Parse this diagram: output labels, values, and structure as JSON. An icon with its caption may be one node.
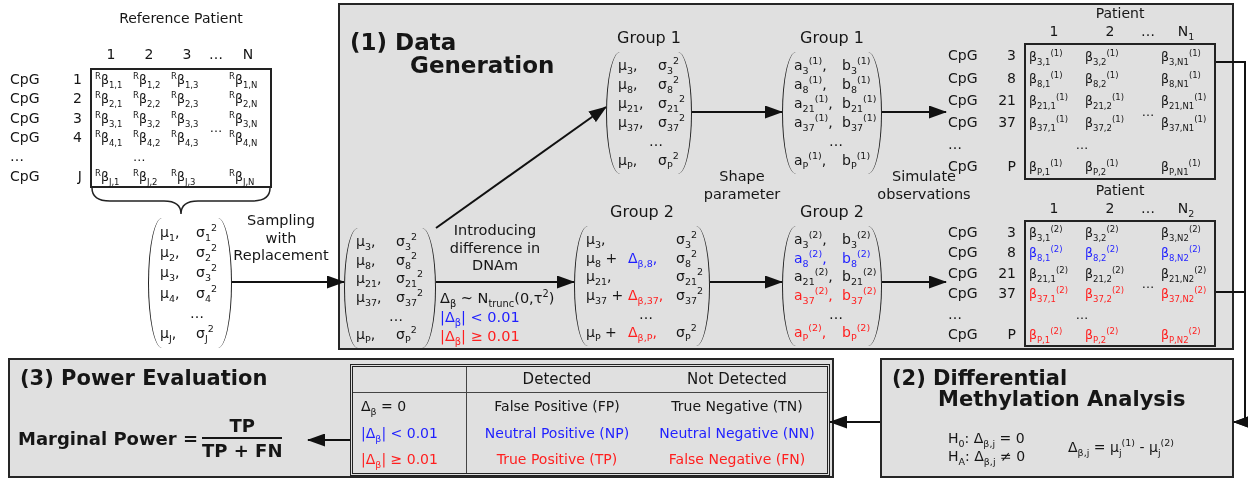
{
  "diagram": {
    "nodes": [
      {
        "text": [
          "Reference Patient",
          "1",
          "2",
          "3",
          "…",
          "N",
          "CpG 1",
          "$^{R}$β$_{1,1}$",
          "$^{R}$β$_{1,2}$",
          "$^{R}$β$_{1,3}$",
          "$^{R}$β$_{1,N}$",
          "CpG 2",
          "$^{R}$β$_{2,1}$",
          "$^{R}$β$_{2,2}$",
          "$^{R}$β$_{2,3}$",
          "$^{R}$β$_{2,N}$",
          "CpG 3",
          "$^{R}$β$_{3,1}$",
          "$^{R}$β$_{3,2}$",
          "$^{R}$β$_{3,3}$",
          "…",
          "$^{R}$β$_{3,N}$",
          "CpG 4",
          "$^{R}$β$_{4,1}$",
          "$^{R}$β$_{4,2}$",
          "$^{R}$β$_{4,3}$",
          "$^{R}$β$_{4,N}$",
          "…",
          "…",
          "CpG J",
          "$^{R}$β$_{J,1}$",
          "$^{R}$β$_{J,2}$",
          "$^{R}$β$_{J,3}$",
          "$^{R}$β$_{J,N}$"
        ]
      },
      {
        "text": [
          "μ$_{1}$,",
          "σ$_{1}$$^{2}$",
          "μ$_{2}$,",
          "σ$_{2}$$^{2}$",
          "μ$_{3}$,",
          "σ$_{3}$$^{2}$",
          "μ$_{4}$,",
          "σ$_{4}$$^{2}$",
          "…",
          "μ$_{J}$,",
          "σ$_{J}$$^{2}$"
        ]
      },
      {
        "text": [
          "(1) Data Generation"
        ]
      },
      {
        "text": [
          "μ$_{3}$,",
          "σ$_{3}$$^{2}$",
          "μ$_{8}$,",
          "σ$_{8}$$^{2}$",
          "μ$_{21}$,",
          "σ$_{21}$$^{2}$",
          "μ$_{37}$,",
          "σ$_{37}$$^{2}$",
          "…",
          "μ$_{P}$,",
          "σ$_{P}$$^{2}$"
        ],
        "in": 2
      },
      {
        "text": [
          "Group 1",
          "μ$_{3}$,",
          "σ$_{3}$$^{2}$",
          "μ$_{8}$,",
          "σ$_{8}$$^{2}$",
          "μ$_{21}$,",
          "σ$_{21}$$^{2}$",
          "μ$_{37}$,",
          "σ$_{37}$$^{2}$",
          "…",
          "μ$_{P}$,",
          "σ$_{P}$$^{2}$"
        ],
        "in": 2
      },
      {
        "text": [
          "Group 2",
          "μ$_{3}$,",
          "σ$_{3}$$^{2}$",
          "μ$_{8}$ +",
          "Δ$_{β,8}$,",
          "σ$_{8}$$^{2}$",
          "μ$_{21}$,",
          "σ$_{21}$$^{2}$",
          "μ$_{37}$ +",
          "Δ$_{β,37}$,",
          "σ$_{37}$$^{2}$",
          "…",
          "μ$_{P}$ +",
          "Δ$_{β,P}$,",
          "σ$_{P}$$^{2}$"
        ],
        "in": 2
      },
      {
        "text": [
          "Group 1",
          "a$_{3}$$^{(1)}$,",
          "b$_{3}$$^{(1)}$",
          "a$_{8}$$^{(1)}$,",
          "b$_{8}$$^{(1)}$",
          "a$_{21}$$^{(1)}$,",
          "b$_{21}$$^{(1)}$",
          "a$_{37}$$^{(1)}$,",
          "b$_{37}$$^{(1)}$",
          "…",
          "a$_{P}$$^{(1)}$,",
          "b$_{P}$$^{(1)}$"
        ],
        "in": 2
      },
      {
        "text": [
          "Group 2",
          "a$_{3}$$^{(2)}$,",
          "b$_{3}$$^{(2)}$",
          "a$_{8}$$^{(2)}$,",
          "b$_{8}$$^{(2)}$",
          "a$_{21}$$^{(2)}$,",
          "b$_{21}$$^{(2)}$",
          "a$_{37}$$^{(2)}$,",
          "b$_{37}$$^{(2)}$",
          "…",
          "a$_{P}$$^{(2)}$,",
          "b$_{P}$$^{(2)}$"
        ],
        "in": 2
      },
      {
        "text": [
          "Patient",
          "1",
          "2",
          "…",
          "N$_{1}$",
          "CpG 3",
          "β$_{3,1}$$^{(1)}$",
          "β$_{3,2}$$^{(1)}$",
          "β$_{3,N1}$$^{(1)}$",
          "CpG 8",
          "β$_{8,1}$$^{(1)}$",
          "β$_{8,2}$$^{(1)}$",
          "β$_{8,N1}$$^{(1)}$",
          "CpG 21",
          "β$_{21,1}$$^{(1)}$",
          "β$_{21,2}$$^{(1)}$",
          "…",
          "β$_{21,N1}$$^{(1)}$",
          "CpG 37",
          "β$_{37,1}$$^{(1)}$",
          "β$_{37,2}$$^{(1)}$",
          "β$_{37,N1}$$^{(1)}$",
          "…",
          "…",
          "CpG P",
          "β$_{P,1}$$^{(1)}$",
          "β$_{P,2}$$^{(1)}$",
          "β$_{P,N1}$$^{(1)}$"
        ],
        "in": 2
      },
      {
        "text": [
          "Patient",
          "1",
          "2",
          "…",
          "N$_{2}$",
          "CpG 3",
          "β$_{3,1}$$^{(2)}$",
          "β$_{3,2}$$^{(2)}$",
          "β$_{3,N2}$$^{(2)}$",
          "CpG 8",
          "β$_{8,1}$$^{(2)}$",
          "β$_{8,2}$$^{(2)}$",
          "β$_{8,N2}$$^{(2)}$",
          "CpG 21",
          "β$_{21,1}$$^{(2)}$",
          "β$_{21,2}$$^{(2)}$",
          "…",
          "β$_{21,N2}$$^{(2)}$",
          "CpG 37",
          "β$_{37,1}$$^{(2)}$",
          "β$_{37,2}$$^{(2)}$",
          "β$_{37,N2}$$^{(2)}$",
          "…",
          "…",
          "CpG P",
          "β$_{P,1}$$^{(2)}$",
          "β$_{P,2}$$^{(2)}$",
          "β$_{P,N2}$$^{(2)}$"
        ],
        "in": 2
      },
      {
        "text": [
          "(2) Differential Methylation Analysis",
          "H$_{0}$: Δ$_{β,j}$ = 0",
          "H$_{A}$: Δ$_{β,j}$ ≠ 0",
          "Δ$_{β,j}$ = μ$_{j}$$^{(1)}$ - μ$_{j}$$^{(2)}$"
        ]
      },
      {
        "text": [
          "(3) Power Evaluation"
        ]
      },
      {
        "text": [
          "Detected",
          "Not Detected",
          "Δ$_{β}$ = 0",
          "False Positive (FP)",
          "True Negative (TN)",
          "|Δ$_{β}$| < 0.01",
          "Neutral Positive (NP)",
          "Neutral Negative (NN)",
          "|Δ$_{β}$| ≥ 0.01",
          "True Positive (TP)",
          "False Negative (FN)"
        ],
        "in": 11
      },
      {
        "text": [
          "Marginal Power =",
          "TP",
          "TP + FN"
        ],
        "in": 11
      }
    ],
    "edges": [
      {
        "from": 1,
        "to": 3,
        "arrow": "to",
        "label": "Sampling with Replacement"
      },
      {
        "from": 3,
        "to": 4,
        "arrow": "to"
      },
      {
        "from": 3,
        "to": 5,
        "arrow": "to",
        "label": "Introducing difference in DNAm"
      },
      {
        "from": 4,
        "to": 6,
        "arrow": "to"
      },
      {
        "from": 5,
        "to": 7,
        "arrow": "to"
      },
      {
        "from": 6,
        "to": 8,
        "arrow": "to"
      },
      {
        "from": 7,
        "to": 9,
        "arrow": "to"
      },
      {
        "from": 8,
        "to": 10,
        "arrow": "to"
      },
      {
        "from": 9,
        "to": 10,
        "arrow": "to"
      },
      {
        "from": 10,
        "to": 12,
        "arrow": "to"
      },
      {
        "from": 12,
        "to": 13,
        "arrow": "to"
      }
    ],
    "labels": [
      "Shape parameter",
      "Simulate observations",
      "Δ$_{β}$ ~ N$_{trunc}$(0,τ$^{2}$)",
      "|Δ$_{β}$| < 0.01",
      "|Δ$_{β}$| ≥ 0.01"
    ]
  }
}
